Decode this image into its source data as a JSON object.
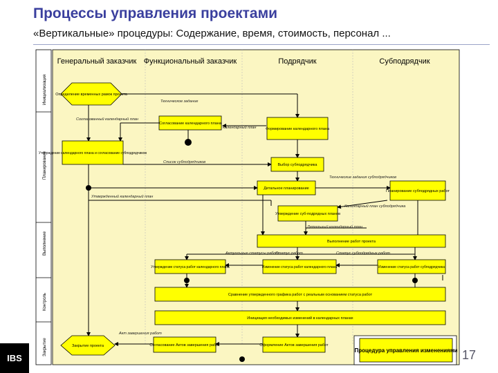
{
  "slide": {
    "title": "Процессы управления проектами",
    "subtitle": "«Вертикальные» процедуры: Содержание, время, стоимость, персонал ...",
    "page_number": "17",
    "logo": "IBS"
  },
  "diagram": {
    "lanes": [
      "Генеральный заказчик",
      "Функциональный заказчик",
      "Подрядчик",
      "Субподрядчик"
    ],
    "phases": [
      "Инициализация",
      "Планирование",
      "Выполнение",
      "Контроль",
      "Закрытие"
    ],
    "boxes": {
      "define_boundaries": "Определение временных рамок проекта",
      "agree_plan": "Согласование календарного плана",
      "form_plan": "Формирование календарного плана",
      "approve_plan": "Утверждение календарного плана и согласование субподрядчиков",
      "choose_sub": "Выбор субподрядчика",
      "detail_plan": "Детальное планирование",
      "sub_plan": "Планирование субподрядных работ",
      "approve_sub_plans": "Утверждение суб-подрядных планов",
      "execute": "Выполнение работ проекта",
      "approve_status": "Утверждение статуса работ календарного плана",
      "change_status": "Изменение статуса работ календарного плана",
      "change_status_sub": "Изменение статуса работ субподрядчика",
      "compare": "Сравнение утвержденного графика работ с реальным основанием статуса работ",
      "initiate_changes": "Инициация необходимых изменений в календарных планах",
      "close": "Закрытие проекта",
      "agree_acts": "Согласование Актов завершения работ",
      "form_acts": "Оформление Актов завершения работ"
    },
    "flow_labels": {
      "tech_task": "Техническое задание",
      "agreed_plan": "Согласованный календарный план",
      "cal_plan": "Календарный план",
      "sub_choice": "Список субподрядчиков",
      "sub_tasks": "Технические задания субподрядчиков",
      "approved_plan": "Утвержденный календарный план",
      "sub_cal_plan": "Календарный план субподрядчика",
      "detail_cal_plan": "Детальный календарный план",
      "status_ops": "Актуальные статусы работ",
      "status_changes": "Статус работ",
      "sub_status": "Статус субподрядных работ",
      "acts_agreed": "Акт завершения работ"
    },
    "legend": "Процедура управления изменениями"
  },
  "colors": {
    "background": "#fbf6c2",
    "box": "#ffff00",
    "title": "#3a3f9e",
    "legend_box": "#ffff00"
  }
}
